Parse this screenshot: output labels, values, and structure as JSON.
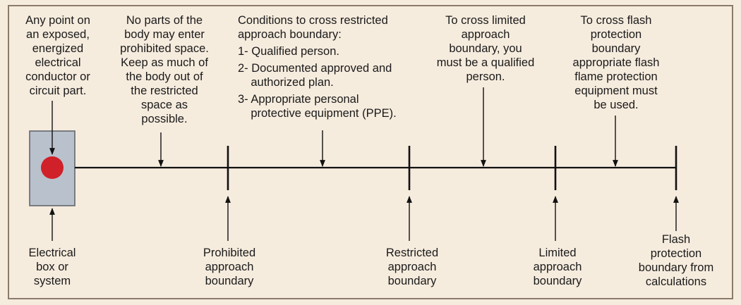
{
  "colors": {
    "background": "#f6ecde",
    "frame": "#8a7b6a",
    "box_fill": "#b9c1cc",
    "box_stroke": "#5b5f66",
    "point_fill": "#d0202a",
    "line": "#111111",
    "text": "#1a1a1a"
  },
  "top_notes": {
    "exposed_point": [
      "Any point on",
      "an exposed,",
      "energized",
      "electrical",
      "conductor or",
      "circuit part."
    ],
    "prohibited_space": [
      "No parts of the",
      "body may enter",
      "prohibited space.",
      "Keep as much of",
      "the body out of",
      "the restricted",
      "space as",
      "possible."
    ],
    "restricted_conditions": {
      "heading": [
        "Conditions to cross restricted",
        "approach boundary:"
      ],
      "items": [
        [
          "1- Qualified person."
        ],
        [
          "2- Documented approved and",
          "    authorized plan."
        ],
        [
          "3- Appropriate personal",
          "    protective equipment (PPE)."
        ]
      ]
    },
    "limited_cross": [
      "To cross limited",
      "approach",
      "boundary, you",
      "must be a qualified",
      "person."
    ],
    "flash_cross": [
      "To cross flash",
      "protection",
      "boundary",
      "appropriate flash",
      "flame protection",
      "equipment must",
      "be used."
    ]
  },
  "bottom_labels": {
    "electrical_box": [
      "Electrical",
      "box or",
      "system"
    ],
    "prohibited_boundary": [
      "Prohibited",
      "approach",
      "boundary"
    ],
    "restricted_boundary": [
      "Restricted",
      "approach",
      "boundary"
    ],
    "limited_boundary": [
      "Limited",
      "approach",
      "boundary"
    ],
    "flash_boundary": [
      "Flash",
      "protection",
      "boundary from",
      "calculations"
    ]
  }
}
